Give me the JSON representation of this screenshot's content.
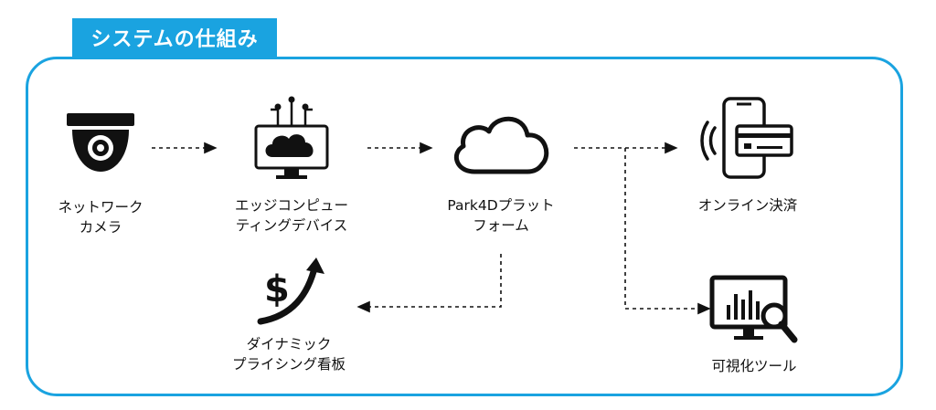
{
  "title": "システムの仕組み",
  "colors": {
    "accent": "#1aa3e0",
    "icon": "#111111"
  },
  "nodes": {
    "camera": {
      "icon": "dome-camera-icon",
      "line1": "ネットワーク",
      "line2": "カメラ"
    },
    "edge": {
      "icon": "cloud-computing-monitor-icon",
      "line1": "エッジコンピュー",
      "line2": "ティングデバイス"
    },
    "platform": {
      "icon": "cloud-icon",
      "line1": "Park4Dプラット",
      "line2": "フォーム"
    },
    "payment": {
      "icon": "mobile-payment-icon",
      "line1": "オンライン決済"
    },
    "signage": {
      "icon": "dollar-trend-icon",
      "line1": "ダイナミック",
      "line2": "プライシング看板"
    },
    "analytics": {
      "icon": "analytics-monitor-icon",
      "line1": "可視化ツール"
    }
  }
}
